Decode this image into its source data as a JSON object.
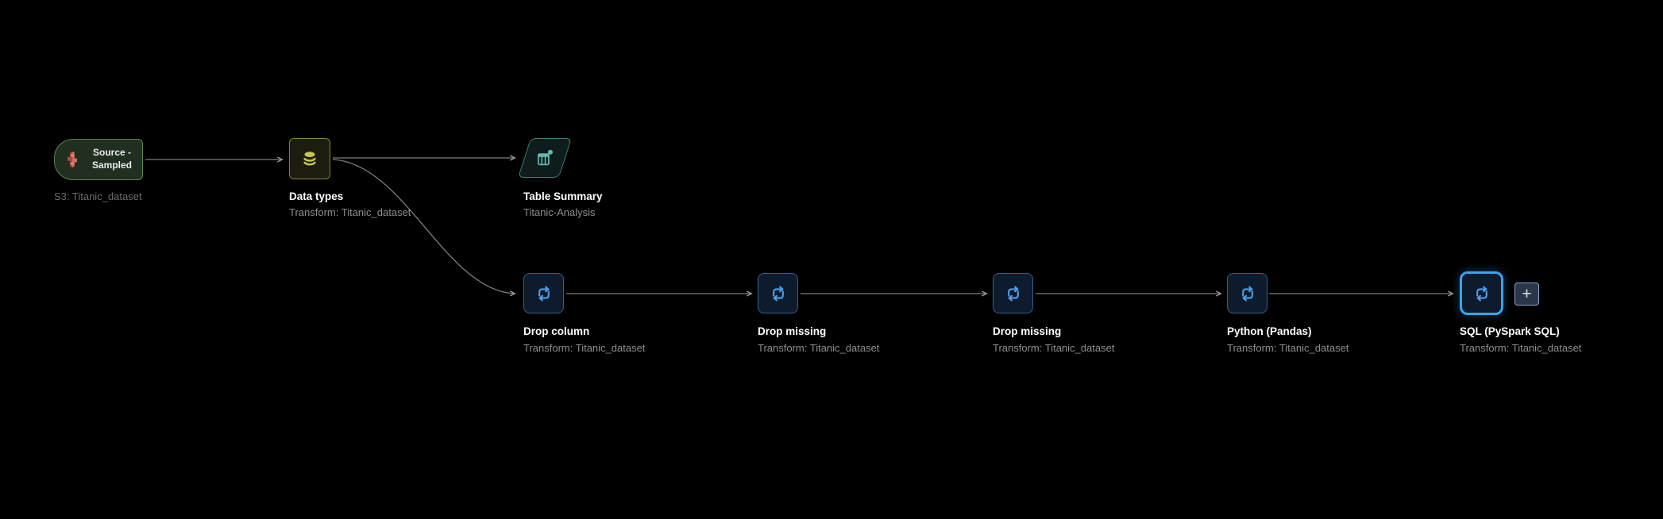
{
  "app": {
    "name": "Data Wrangler flow editor",
    "background_color": "#000000",
    "edge_color": "#7d7d7d"
  },
  "nodes": {
    "source": {
      "title_line1": "Source -",
      "title_line2": "Sampled",
      "sublabel": "S3: Titanic_dataset",
      "icon": "s3-bucket-icon",
      "icon_color": "#c25a4e",
      "border_color": "#5c8150",
      "bg_color": "#212f21"
    },
    "data_types": {
      "title": "Data types",
      "subtitle": "Transform: Titanic_dataset",
      "icon": "database-icon",
      "icon_color": "#c5c851",
      "border_color": "#85852e",
      "bg_color": "#1d1d0f"
    },
    "table_summary": {
      "title": "Table Summary",
      "subtitle": "Titanic-Analysis",
      "icon": "table-summary-icon",
      "icon_color": "#63b8ae",
      "border_color": "#3f8078",
      "bg_color": "#0e1c1c"
    },
    "drop_column": {
      "title": "Drop column",
      "subtitle": "Transform: Titanic_dataset",
      "icon": "transform-loop-icon"
    },
    "drop_missing_1": {
      "title": "Drop missing",
      "subtitle": "Transform: Titanic_dataset",
      "icon": "transform-loop-icon"
    },
    "drop_missing_2": {
      "title": "Drop missing",
      "subtitle": "Transform: Titanic_dataset",
      "icon": "transform-loop-icon"
    },
    "python_pandas": {
      "title": "Python (Pandas)",
      "subtitle": "Transform: Titanic_dataset",
      "icon": "transform-loop-icon"
    },
    "sql_pyspark": {
      "title": "SQL (PySpark SQL)",
      "subtitle": "Transform: Titanic_dataset",
      "icon": "transform-loop-icon",
      "selected": true
    }
  },
  "transform_style": {
    "border_color": "#2d6296",
    "bg_color": "#0d1b2c",
    "icon_color": "#4f9fe8",
    "selected_border_color": "#3ba3ee"
  },
  "add_button": {
    "icon": "plus-icon",
    "glyph": "+"
  }
}
